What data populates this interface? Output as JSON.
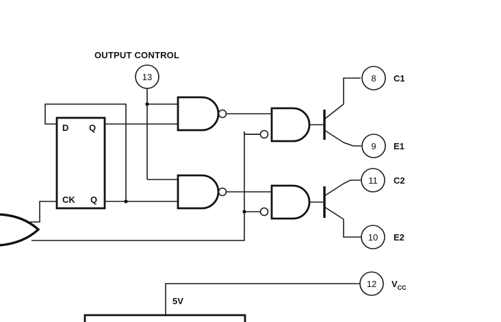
{
  "title": "OUTPUT CONTROL",
  "flipflop": {
    "d": "D",
    "q_top": "Q",
    "ck": "CK",
    "q_bottom": "Q"
  },
  "pins": {
    "output_control": "13",
    "c1": "8",
    "e1": "9",
    "c2": "11",
    "e2": "10",
    "vcc": "12"
  },
  "pin_labels": {
    "c1": "C1",
    "e1": "E1",
    "c2": "C2",
    "e2": "E2",
    "vcc_main": "V",
    "vcc_sub": "CC"
  },
  "supply_label": "5V"
}
